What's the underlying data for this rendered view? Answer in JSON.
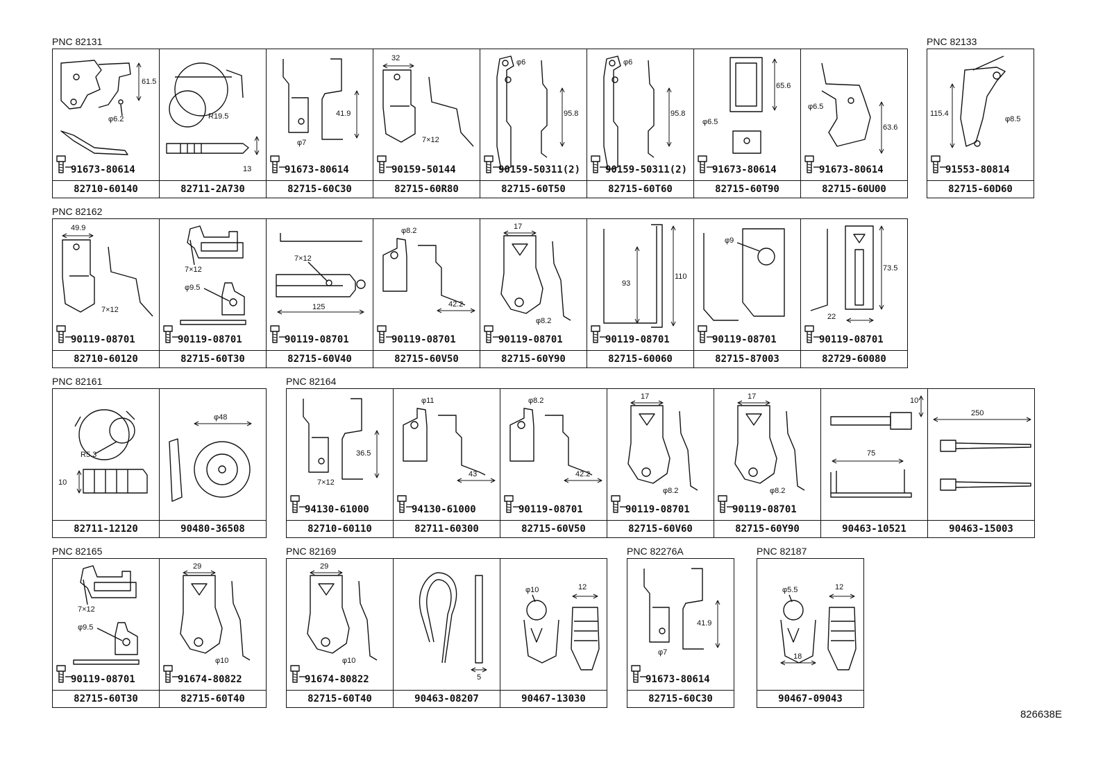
{
  "groups": [
    {
      "id": "g1",
      "title": "PNC 82131",
      "cells": [
        {
          "part": "82710-60140",
          "bolt": "91673-80614",
          "dims": [
            "61.5",
            "φ6.2"
          ],
          "art": "bracket-a"
        },
        {
          "part": "82711-2A730",
          "bolt": "",
          "dims": [
            "R19.5",
            "13"
          ],
          "art": "clip-round"
        },
        {
          "part": "82715-60C30",
          "bolt": "91673-80614",
          "dims": [
            "41.9",
            "φ7"
          ],
          "art": "bracket-b"
        },
        {
          "part": "82715-60R80",
          "bolt": "90159-50144",
          "dims": [
            "32",
            "7×12"
          ],
          "art": "bracket-c"
        },
        {
          "part": "82715-60T50",
          "bolt": "90159-50311(2)",
          "dims": [
            "φ6",
            "95.8"
          ],
          "art": "bracket-long"
        },
        {
          "part": "82715-60T60",
          "bolt": "90159-50311(2)",
          "dims": [
            "φ6",
            "95.8"
          ],
          "art": "bracket-long"
        },
        {
          "part": "82715-60T90",
          "bolt": "91673-80614",
          "dims": [
            "65.6",
            "φ6.5"
          ],
          "art": "bracket-frame"
        },
        {
          "part": "82715-60U00",
          "bolt": "91673-80614",
          "dims": [
            "φ6.5",
            "63.6"
          ],
          "art": "bracket-hook"
        }
      ]
    },
    {
      "id": "g2",
      "title": "PNC 82133",
      "cells": [
        {
          "part": "82715-60D60",
          "bolt": "91553-80814",
          "dims": [
            "115.4",
            "φ8.5"
          ],
          "art": "bracket-arm"
        }
      ]
    },
    {
      "id": "g3",
      "title": "PNC 82162",
      "cells": [
        {
          "part": "82710-60120",
          "bolt": "90119-08701",
          "dims": [
            "49.9",
            "7×12"
          ],
          "art": "bracket-c"
        },
        {
          "part": "82715-60T30",
          "bolt": "90119-08701",
          "dims": [
            "7×12",
            "φ9.5"
          ],
          "art": "bracket-slot"
        },
        {
          "part": "82715-60V40",
          "bolt": "90119-08701",
          "dims": [
            "7×12",
            "125"
          ],
          "art": "bracket-flat"
        },
        {
          "part": "82715-60V50",
          "bolt": "90119-08701",
          "dims": [
            "φ8.2",
            "42.2"
          ],
          "art": "bracket-l"
        },
        {
          "part": "82715-60Y90",
          "bolt": "90119-08701",
          "dims": [
            "17",
            "φ8.2"
          ],
          "art": "bracket-tri"
        },
        {
          "part": "82715-60060",
          "bolt": "90119-08701",
          "dims": [
            "93",
            "110"
          ],
          "art": "bracket-channel"
        },
        {
          "part": "82715-87003",
          "bolt": "90119-08701",
          "dims": [
            "φ9"
          ],
          "art": "bracket-plate"
        },
        {
          "part": "82729-60080",
          "bolt": "90119-08701",
          "dims": [
            "73.5",
            "22"
          ],
          "art": "bracket-tall"
        }
      ]
    },
    {
      "id": "g4",
      "title": "PNC 82161",
      "cells": [
        {
          "part": "82711-12120",
          "bolt": "",
          "dims": [
            "R5.3",
            "10"
          ],
          "art": "clip-ring"
        },
        {
          "part": "90480-36508",
          "bolt": "",
          "dims": [
            "φ48"
          ],
          "art": "grommet"
        }
      ]
    },
    {
      "id": "g5",
      "title": "PNC 82164",
      "cells": [
        {
          "part": "82710-60110",
          "bolt": "94130-61000",
          "dims": [
            "36.5",
            "7×12"
          ],
          "art": "bracket-b"
        },
        {
          "part": "82711-60300",
          "bolt": "94130-61000",
          "dims": [
            "φ11",
            "43"
          ],
          "art": "bracket-l"
        },
        {
          "part": "82715-60V50",
          "bolt": "90119-08701",
          "dims": [
            "φ8.2",
            "42.2"
          ],
          "art": "bracket-l"
        },
        {
          "part": "82715-60V60",
          "bolt": "90119-08701",
          "dims": [
            "17",
            "φ8.2"
          ],
          "art": "bracket-tri"
        },
        {
          "part": "82715-60Y90",
          "bolt": "90119-08701",
          "dims": [
            "17",
            "φ8.2"
          ],
          "art": "bracket-tri"
        },
        {
          "part": "90463-10521",
          "bolt": "",
          "dims": [
            "10",
            "75"
          ],
          "art": "tie-a"
        },
        {
          "part": "90463-15003",
          "bolt": "",
          "dims": [
            "250"
          ],
          "art": "tie-b"
        }
      ]
    },
    {
      "id": "g6",
      "title": "PNC 82165",
      "cells": [
        {
          "part": "82715-60T30",
          "bolt": "90119-08701",
          "dims": [
            "7×12",
            "φ9.5"
          ],
          "art": "bracket-slot"
        },
        {
          "part": "82715-60T40",
          "bolt": "91674-80822",
          "dims": [
            "29",
            "φ10"
          ],
          "art": "bracket-tri"
        }
      ]
    },
    {
      "id": "g7",
      "title": "PNC 82169",
      "cells": [
        {
          "part": "82715-60T40",
          "bolt": "91674-80822",
          "dims": [
            "29",
            "φ10"
          ],
          "art": "bracket-tri"
        },
        {
          "part": "90463-08207",
          "bolt": "",
          "dims": [
            "5"
          ],
          "art": "pin"
        },
        {
          "part": "90467-13030",
          "bolt": "",
          "dims": [
            "φ10",
            "12"
          ],
          "art": "clip-push"
        }
      ]
    },
    {
      "id": "g8",
      "title": "PNC 82276A",
      "cells": [
        {
          "part": "82715-60C30",
          "bolt": "91673-80614",
          "dims": [
            "41.9",
            "φ7"
          ],
          "art": "bracket-b"
        }
      ]
    },
    {
      "id": "g9",
      "title": "PNC 82187",
      "cells": [
        {
          "part": "90467-09043",
          "bolt": "",
          "dims": [
            "φ5.5",
            "12",
            "18"
          ],
          "art": "clip-push"
        }
      ]
    }
  ],
  "diagram_id": "826638E"
}
